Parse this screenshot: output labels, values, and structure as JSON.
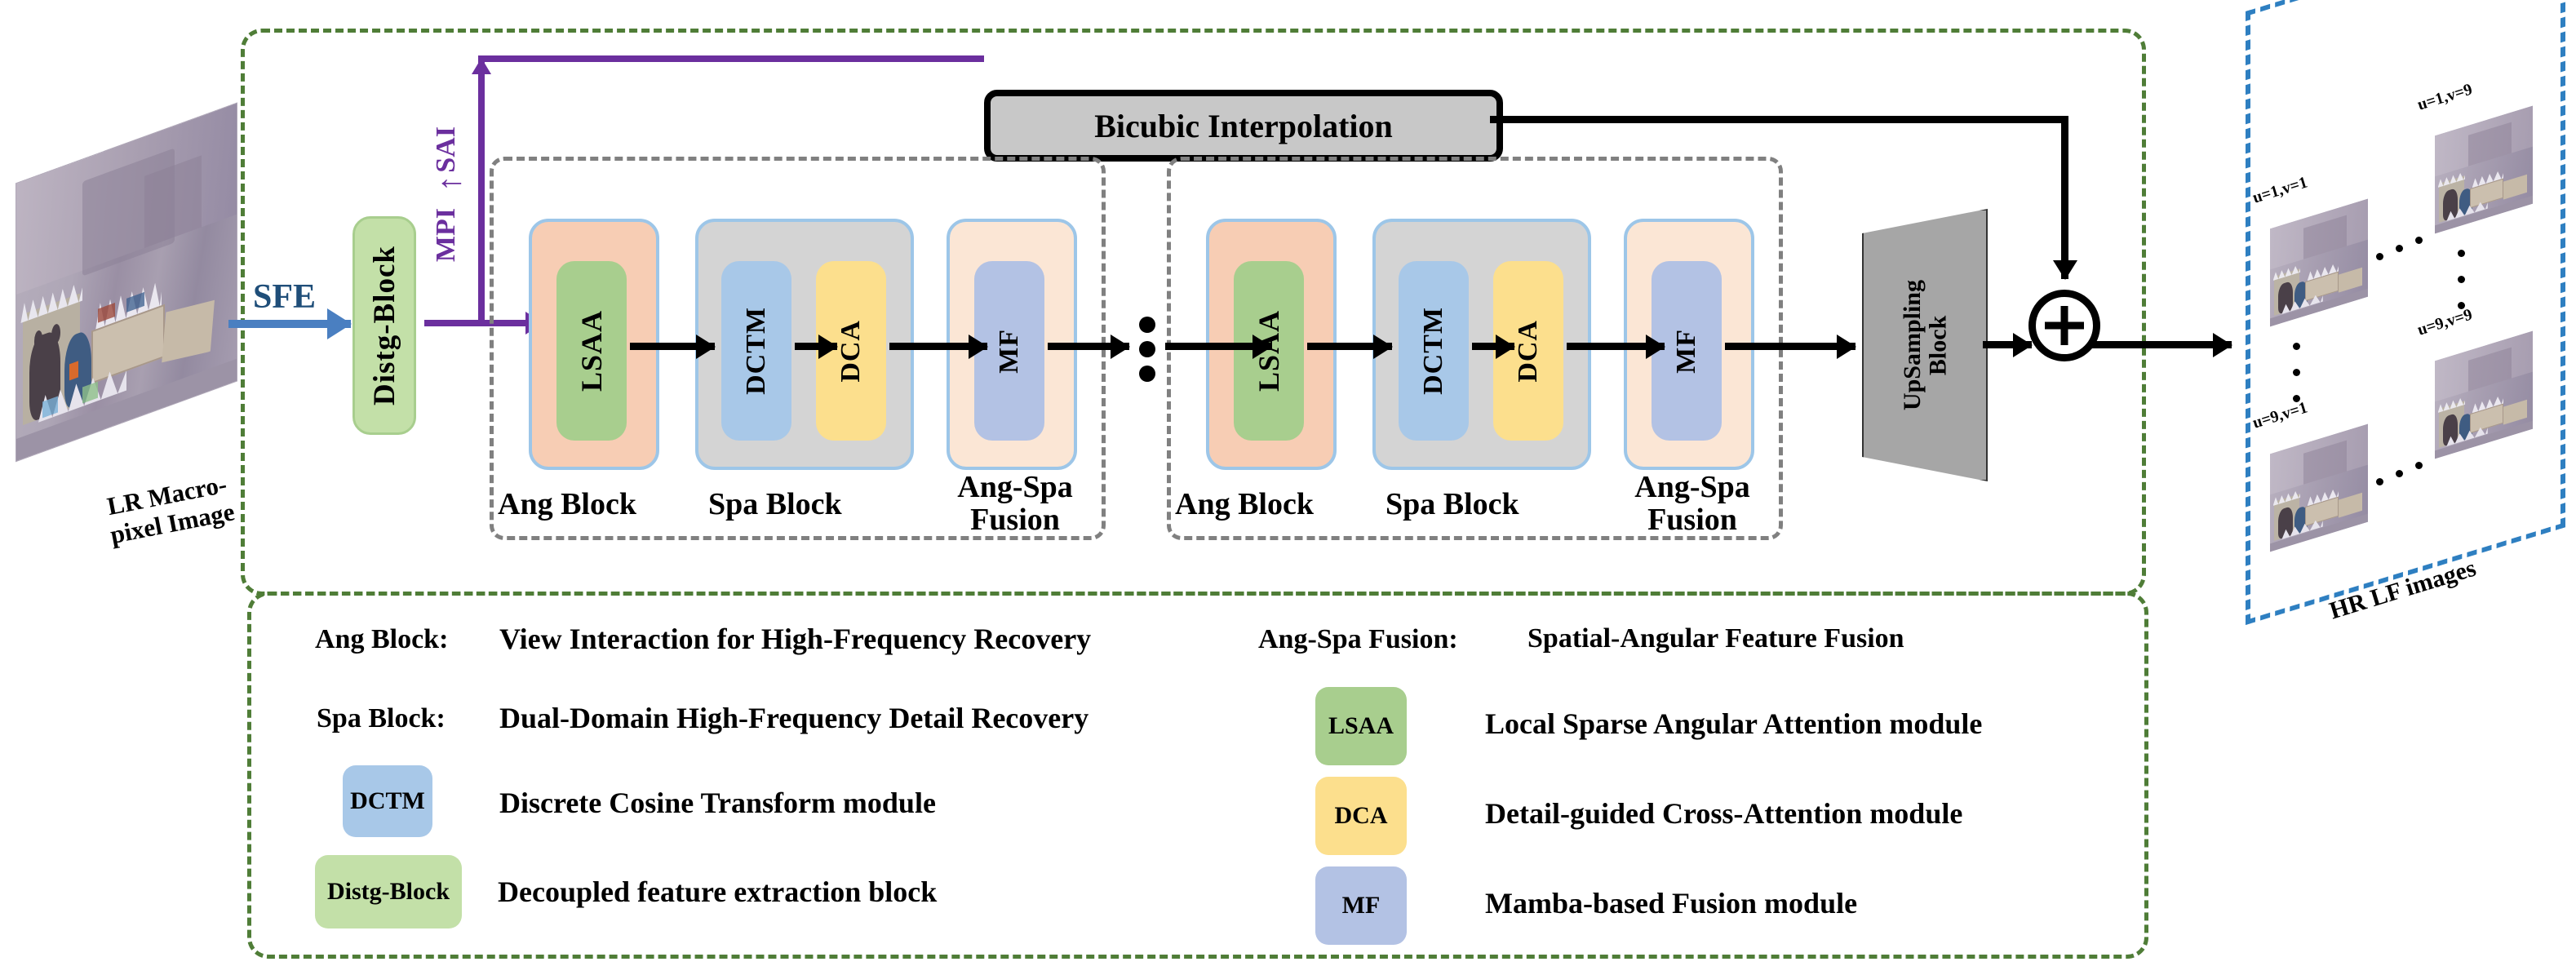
{
  "input": {
    "image_label_line1": "LR  Macro-",
    "image_label_line2": "pixel Image",
    "sfe_label": "SFE"
  },
  "pipeline": {
    "distg_block": "Distg-Block",
    "mpi_label": "MPI",
    "sai_label": "SAI",
    "arrow_glyph": "↑",
    "bicubic": "Bicubic Interpolation",
    "upsampling_line1": "UpSampling",
    "upsampling_line2": "Block",
    "plus_symbol": "+",
    "stage": {
      "ang_block_label": "Ang Block",
      "spa_block_label": "Spa Block",
      "fusion_label_line1": "Ang-Spa",
      "fusion_label_line2": "Fusion",
      "lsaa": "LSAA",
      "dctm": "DCTM",
      "dca": "DCA",
      "mf": "MF"
    }
  },
  "output": {
    "title": "HR LF images",
    "views": [
      {
        "id": "top-left",
        "label": "u=1,v=1"
      },
      {
        "id": "top-right",
        "label": "u=1,v=9"
      },
      {
        "id": "bottom-left",
        "label": "u=9,v=1"
      },
      {
        "id": "bottom-right",
        "label": "u=9,v=9"
      }
    ]
  },
  "legend": {
    "left": [
      {
        "type": "term",
        "term": "Ang Block:",
        "desc": "View Interaction for High-Frequency Recovery"
      },
      {
        "type": "term",
        "term": "Spa Block:",
        "desc": "Dual-Domain High-Frequency Detail Recovery"
      },
      {
        "type": "chip",
        "term": "DCTM",
        "desc": "Discrete Cosine Transform module",
        "color": "#a8c8e8"
      },
      {
        "type": "chip",
        "term": "Distg-Block",
        "desc": "Decoupled feature extraction block",
        "color": "#c3e0a8"
      }
    ],
    "right": [
      {
        "type": "term",
        "term": "Ang-Spa Fusion:",
        "desc": "Spatial-Angular Feature Fusion"
      },
      {
        "type": "chip",
        "term": "LSAA",
        "desc": "Local Sparse Angular Attention module",
        "color": "#a8ce8e"
      },
      {
        "type": "chip",
        "term": "DCA",
        "desc": "Detail-guided Cross-Attention module",
        "color": "#fcdf8d"
      },
      {
        "type": "chip",
        "term": "MF",
        "desc": "Mamba-based Fusion module",
        "color": "#b3c2e4"
      }
    ]
  },
  "colors": {
    "outer_dash_green": "#4f7d37",
    "output_dash_blue": "#2e7fc1",
    "stage_dash_grey": "#808080",
    "mpi_sai_purple": "#6b2f9e",
    "sfe_blue": "#4a7fc1",
    "ang_block_fill": "#f7cdb4",
    "spa_block_fill": "#d4d4d4",
    "fusion_block_fill": "#fbe6d5",
    "module_border_blue": "#9dc6e8",
    "bicubic_fill": "#c8c8c8",
    "upsampling_fill": "#a6a6a6"
  }
}
